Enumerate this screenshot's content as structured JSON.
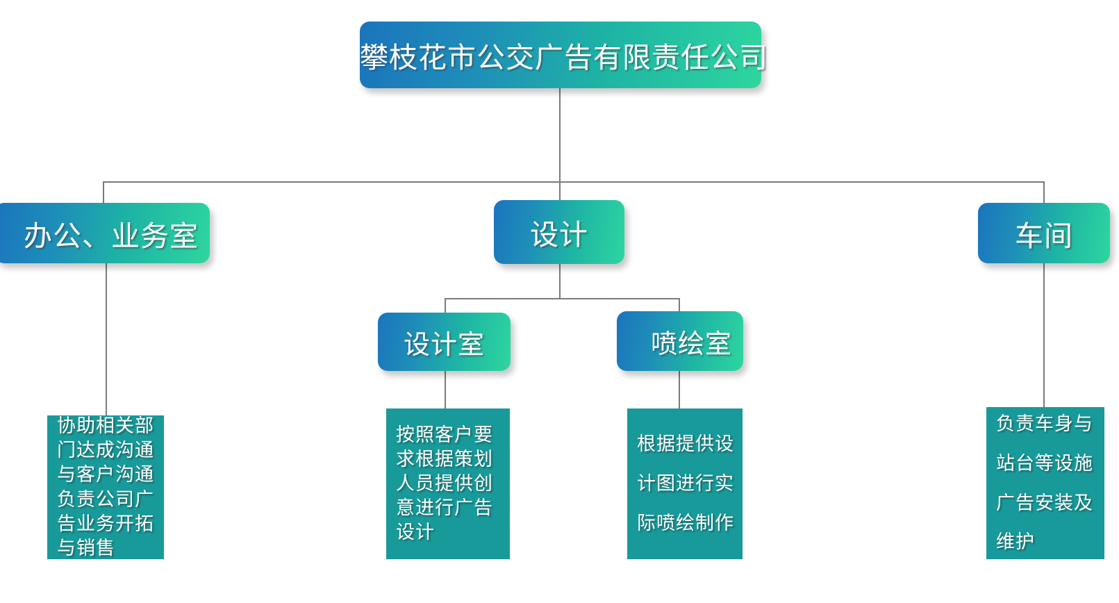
{
  "diagram": {
    "title": "攀枝花市公交广告有限责任公司",
    "type": "organization-chart",
    "accent_gradient_start": "#1b74bd",
    "accent_gradient_end": "#2ed6a0",
    "description_box_color": "#189a9a",
    "connector_color": "#7a7a7a",
    "background": "#ffffff"
  },
  "root": {
    "label": "攀枝花市公交广告有限责任公司"
  },
  "level2": [
    {
      "label": "办公、业务室"
    },
    {
      "label": "设计"
    },
    {
      "label": "车间"
    }
  ],
  "level3": [
    {
      "label": "设计室"
    },
    {
      "label": "喷绘室"
    }
  ],
  "descriptions": [
    {
      "owner": "办公、业务室",
      "text": "协助相关部门达成沟通与客户沟通负责公司广告业务开拓与销售",
      "lines": [
        "协助相关部",
        "门达成沟通",
        "与客户沟通",
        "负责公司广",
        "告业务开拓",
        "与销售"
      ]
    },
    {
      "owner": "设计室",
      "text": "按照客户要求根据策划人员提供创意进行广告设计",
      "lines": [
        "按照客户要",
        "求根据策划",
        "人员提供创",
        "意进行广告",
        "设计"
      ]
    },
    {
      "owner": "喷绘室",
      "text": "根据提供设计图进行实际喷绘制作",
      "lines": [
        "根据提供设",
        "计图进行实",
        "际喷绘制作"
      ]
    },
    {
      "owner": "车间",
      "text": "负责车身与站台等设施广告安装及维护",
      "lines": [
        "负责车身与",
        "站台等设施",
        "广告安装及",
        "维护"
      ]
    }
  ]
}
